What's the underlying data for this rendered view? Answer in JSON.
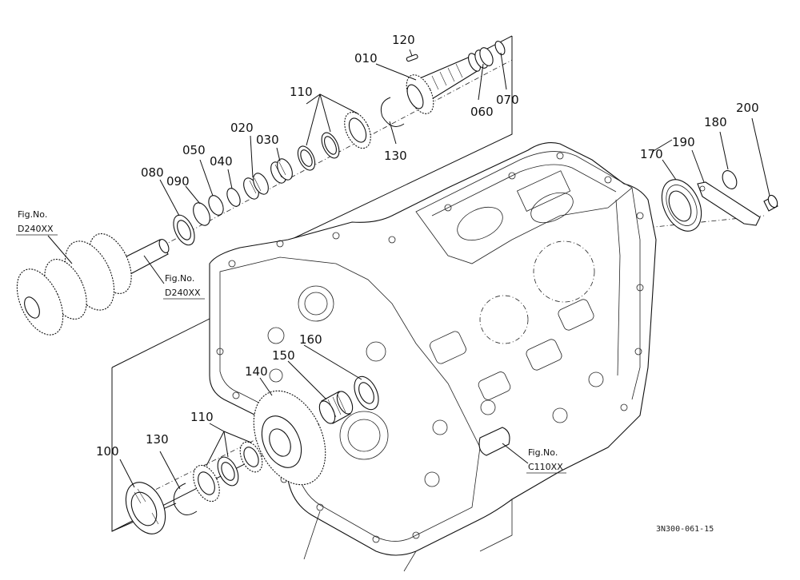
{
  "parts": [
    {
      "no": "010"
    },
    {
      "no": "020"
    },
    {
      "no": "030"
    },
    {
      "no": "040"
    },
    {
      "no": "050"
    },
    {
      "no": "060"
    },
    {
      "no": "070"
    },
    {
      "no": "080"
    },
    {
      "no": "090"
    },
    {
      "no": "100"
    },
    {
      "no": "110"
    },
    {
      "no": "110"
    },
    {
      "no": "120"
    },
    {
      "no": "130"
    },
    {
      "no": "130"
    },
    {
      "no": "140"
    },
    {
      "no": "150"
    },
    {
      "no": "160"
    },
    {
      "no": "170"
    },
    {
      "no": "180"
    },
    {
      "no": "190"
    },
    {
      "no": "200"
    }
  ],
  "fig_refs": [
    {
      "title": "Fig.No.",
      "code": "D240XX"
    },
    {
      "title": "Fig.No.",
      "code": "D240XX"
    },
    {
      "title": "Fig.No.",
      "code": "C110XX"
    }
  ],
  "drawing_code": "3N300-061-15"
}
